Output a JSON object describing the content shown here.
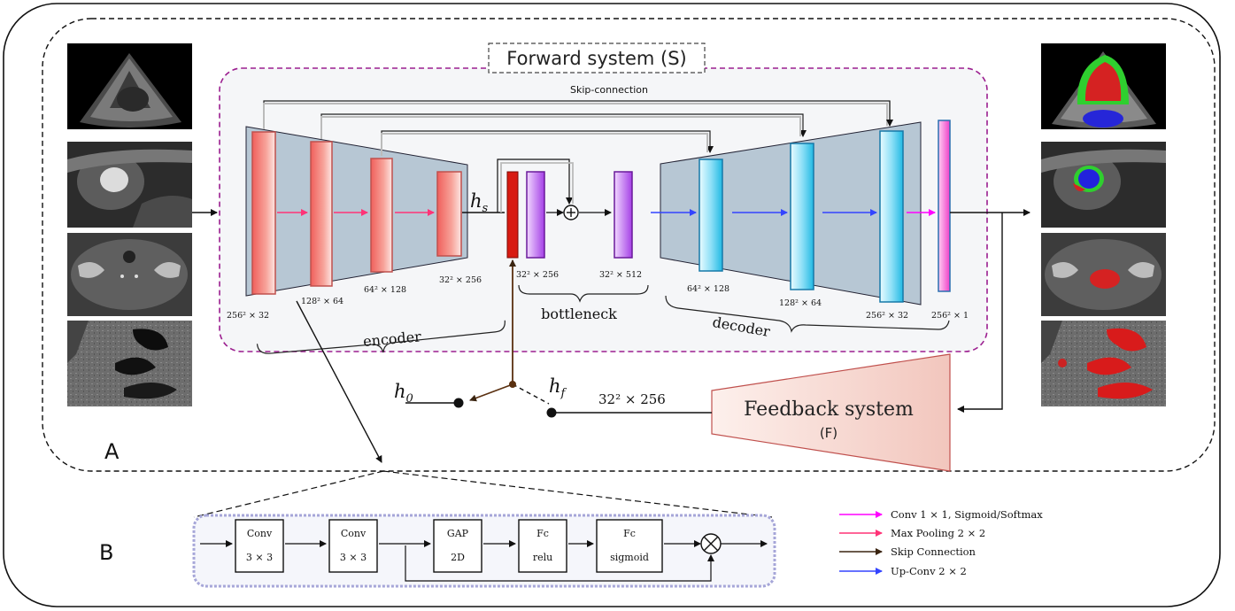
{
  "section_labels": {
    "a": "A",
    "b": "B"
  },
  "forward_title": "Forward system (S)",
  "skip_connection_label": "Skip-connection",
  "encoder": {
    "label": "encoder",
    "dims": [
      "256² × 32",
      "128² × 64",
      "64² × 128",
      "32² × 256"
    ]
  },
  "bottleneck": {
    "label": "bottleneck",
    "dims": [
      "32² × 256",
      "32² × 512"
    ]
  },
  "decoder": {
    "label": "decoder",
    "dims": [
      "64² × 128",
      "128² × 64",
      "256² × 32"
    ]
  },
  "output_dim": "256² × 1",
  "symbols": {
    "hs": "h",
    "hs_sub": "s",
    "h0": "h",
    "h0_sub": "0",
    "hf": "h",
    "hf_sub": "f"
  },
  "feedback_dim": "32² × 256",
  "feedback": {
    "title": "Feedback system",
    "subtitle": "(F)"
  },
  "attention_block": {
    "conv1": [
      "Conv",
      "3 × 3"
    ],
    "conv2": [
      "Conv",
      "3 × 3"
    ],
    "gap": [
      "GAP",
      "2D"
    ],
    "fc1": [
      "Fc",
      "relu"
    ],
    "fc2": [
      "Fc",
      "sigmoid"
    ]
  },
  "legend": [
    {
      "label": "Conv  1 × 1, Sigmoid/Softmax",
      "color": "#ff00ff"
    },
    {
      "label": "Max Pooling  2 × 2",
      "color": "#ff3377"
    },
    {
      "label": "Skip Connection",
      "color": "#3a2410"
    },
    {
      "label": "Up-Conv  2 × 2",
      "color": "#3344ff"
    }
  ],
  "input_images": [
    "echocardiography-input",
    "cardiac-mri-input",
    "pelvis-ct-input",
    "abdominal-ct-input"
  ],
  "output_images": [
    "echocardiography-segmentation",
    "cardiac-mri-segmentation",
    "pelvis-ct-segmentation",
    "abdominal-ct-segmentation"
  ]
}
